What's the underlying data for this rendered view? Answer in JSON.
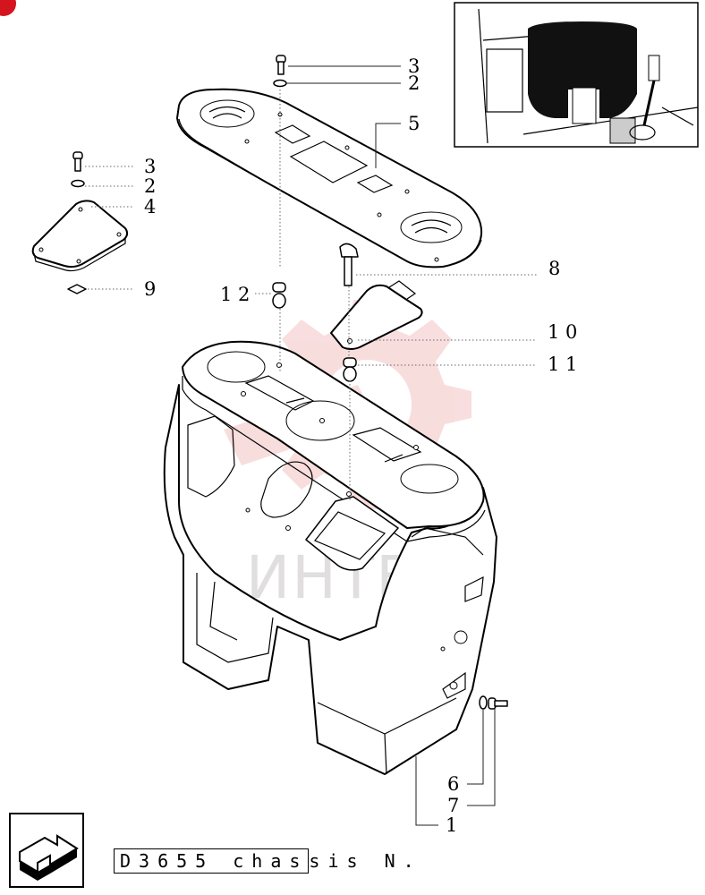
{
  "callouts": {
    "c3a": "3",
    "c2a": "2",
    "c5": "5",
    "c3b": "3",
    "c2b": "2",
    "c4": "4",
    "c9": "9",
    "c8": "8",
    "c12": "1 2",
    "c10": "1 0",
    "c11": "1 1",
    "c6": "6",
    "c7": "7",
    "c1": "1"
  },
  "footer": {
    "boxed": "D3655 chas",
    "rest": "sis N."
  },
  "watermark": {
    "text": "ИНТЕХ",
    "color": "#e8b4b4"
  },
  "colors": {
    "badge": "#d4141f",
    "line": "#000000",
    "gear": "#f3c3c3"
  },
  "icons": {
    "nav": "arrow-next-icon",
    "badge": "corner-badge-icon"
  }
}
